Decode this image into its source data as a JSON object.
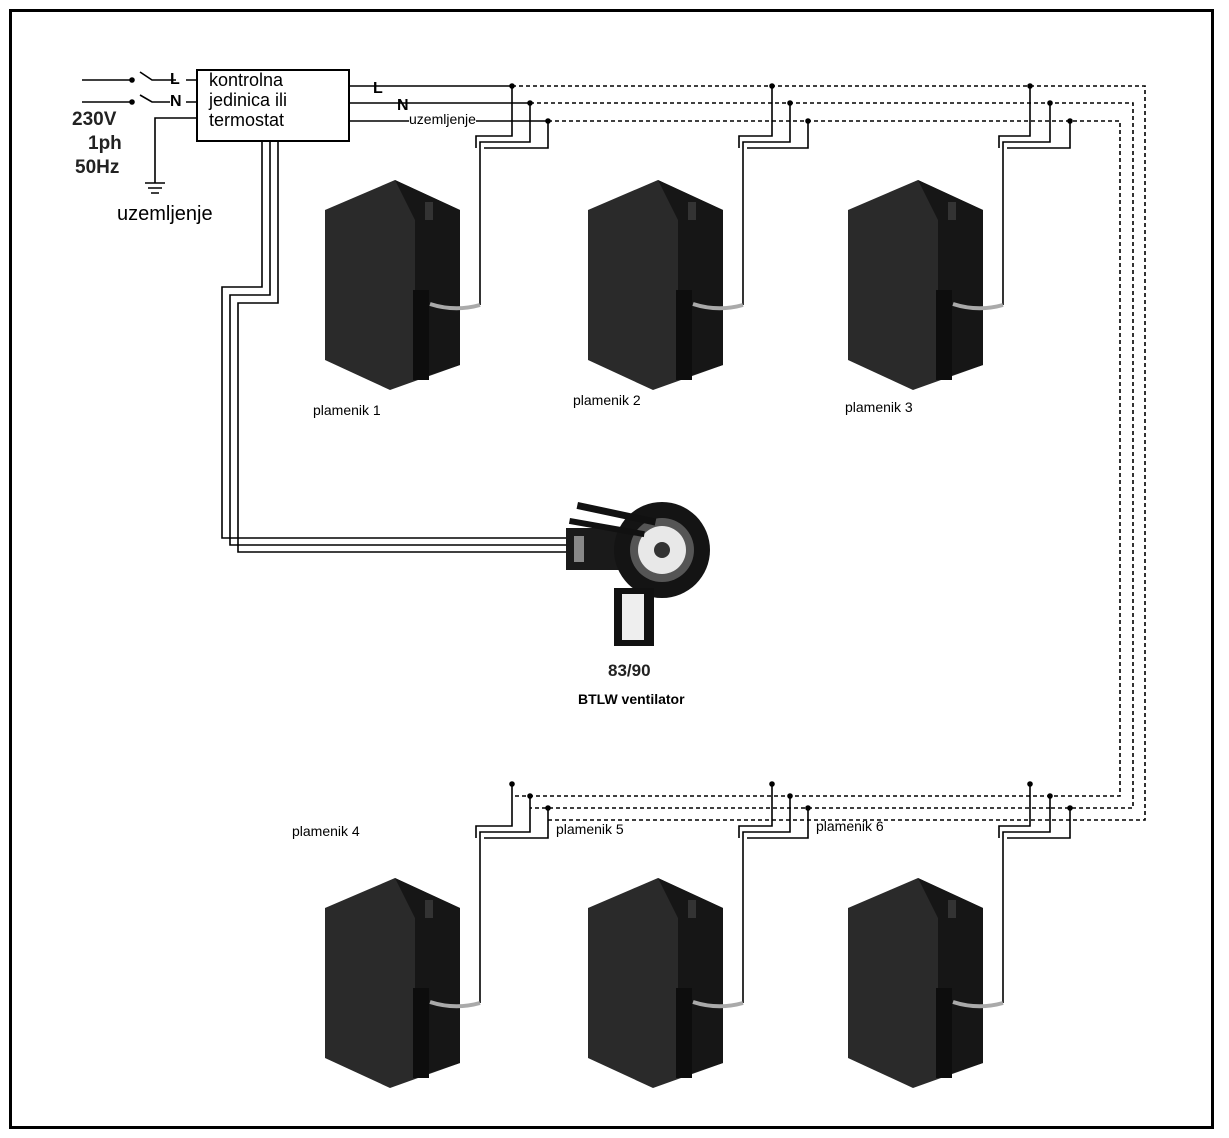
{
  "supply": {
    "voltage": "230V",
    "phase": "1ph",
    "frequency": "50Hz",
    "line_letter": "L",
    "neutral_letter": "N",
    "ground_label": "uzemljenje"
  },
  "control_unit": {
    "lines": [
      "kontrolna",
      "jedinica ili",
      "termostat"
    ]
  },
  "bus": {
    "line_letter": "L",
    "neutral_letter": "N",
    "ground_label": "uzemljenje"
  },
  "burners": [
    {
      "label": "plamenik 1"
    },
    {
      "label": "plamenik 2"
    },
    {
      "label": "plamenik 3"
    },
    {
      "label": "plamenik 4"
    },
    {
      "label": "plamenik 5"
    },
    {
      "label": "plamenik 6"
    }
  ],
  "fan": {
    "code": "83/90",
    "label": "BTLW ventilator"
  },
  "colors": {
    "line": "#000000",
    "burner_body": "#2a2a2a",
    "burner_dark": "#161616"
  }
}
